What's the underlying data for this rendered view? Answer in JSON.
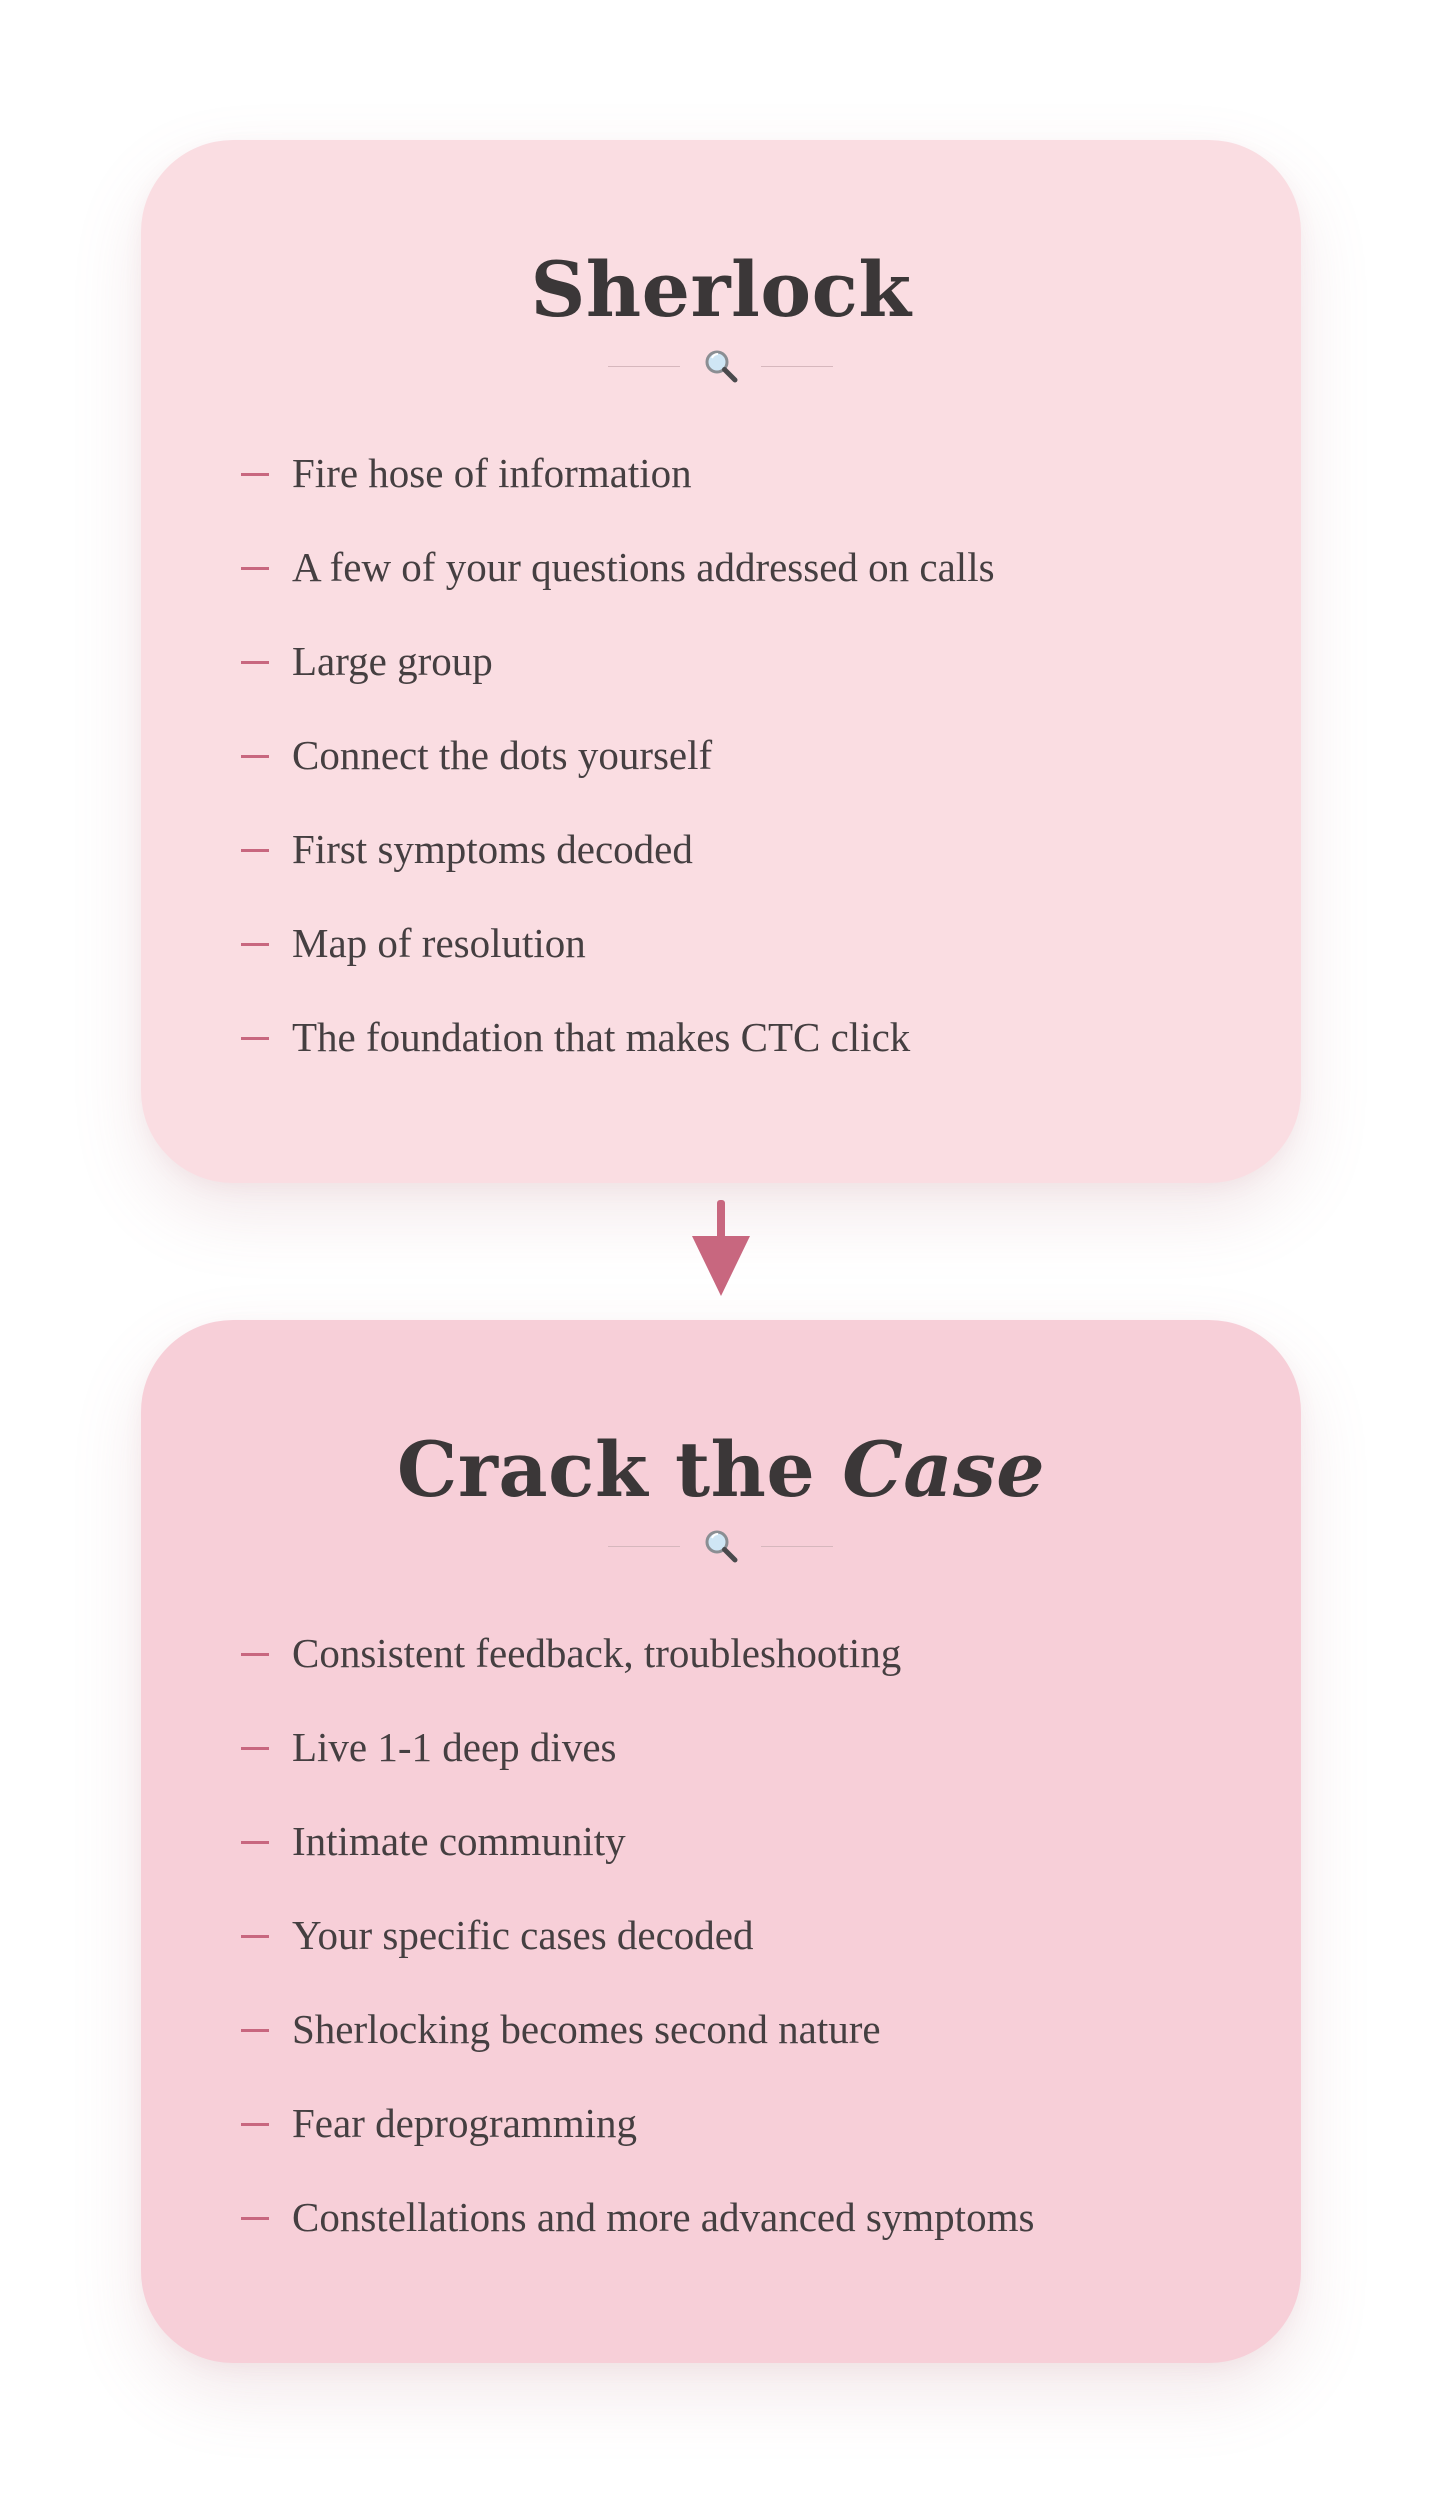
{
  "colors": {
    "card_top_bg": "#fadde2",
    "card_bottom_bg": "#f7cfd8",
    "accent": "#c8677f",
    "text": "#453f41",
    "title": "#3b3738"
  },
  "sherlock": {
    "title": "Sherlock",
    "icon": "magnifying-glass-icon",
    "items": [
      "Fire hose of information",
      "A few of your questions addressed on calls",
      "Large group",
      "Connect the dots yourself",
      "First symptoms decoded",
      "Map of resolution",
      "The foundation that makes CTC click"
    ]
  },
  "arrow": {
    "icon": "arrow-down-icon"
  },
  "crack_the_case": {
    "title_part1": "Crack the ",
    "title_part2": "Case",
    "icon": "magnifying-glass-icon",
    "items": [
      "Consistent feedback, troubleshooting",
      "Live 1-1 deep dives",
      "Intimate community",
      "Your specific cases decoded",
      "Sherlocking becomes second nature",
      "Fear deprogramming",
      "Constellations and more advanced symptoms"
    ]
  }
}
